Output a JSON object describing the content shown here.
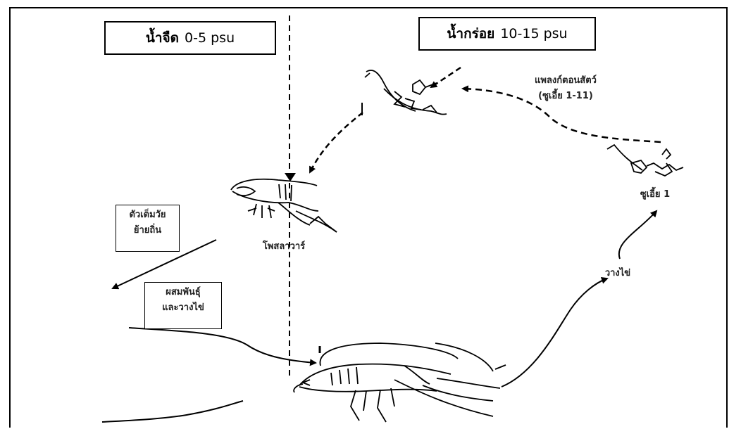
{
  "headers": {
    "freshwater": {
      "name": "น้ำจืด",
      "range": "0-5 psu"
    },
    "brackish": {
      "name": "น้ำกร่อย",
      "range": "10-15 psu"
    }
  },
  "stages": {
    "plankton_line1": "แพลงก์ตอนสัตว์",
    "plankton_line2": "(ซูเอี้ย 1-11)",
    "zoea1": "ซูเอี้ย 1",
    "postlarvae": "โพสลาวาร์",
    "spawning": "วางไข่"
  },
  "boxes": {
    "adult_migrate_line1": "ตัวเต็มวัย",
    "adult_migrate_line2": "ย้ายถิ่น",
    "breeding_line1": "ผสมพันธุ์",
    "breeding_line2": "และวางไข่"
  },
  "colors": {
    "ink": "#000000",
    "background": "#ffffff"
  },
  "icons": [
    "postlarva-shrimp-icon",
    "zoea-larva-icon",
    "zoea1-larva-icon",
    "adult-shrimp-icon"
  ]
}
